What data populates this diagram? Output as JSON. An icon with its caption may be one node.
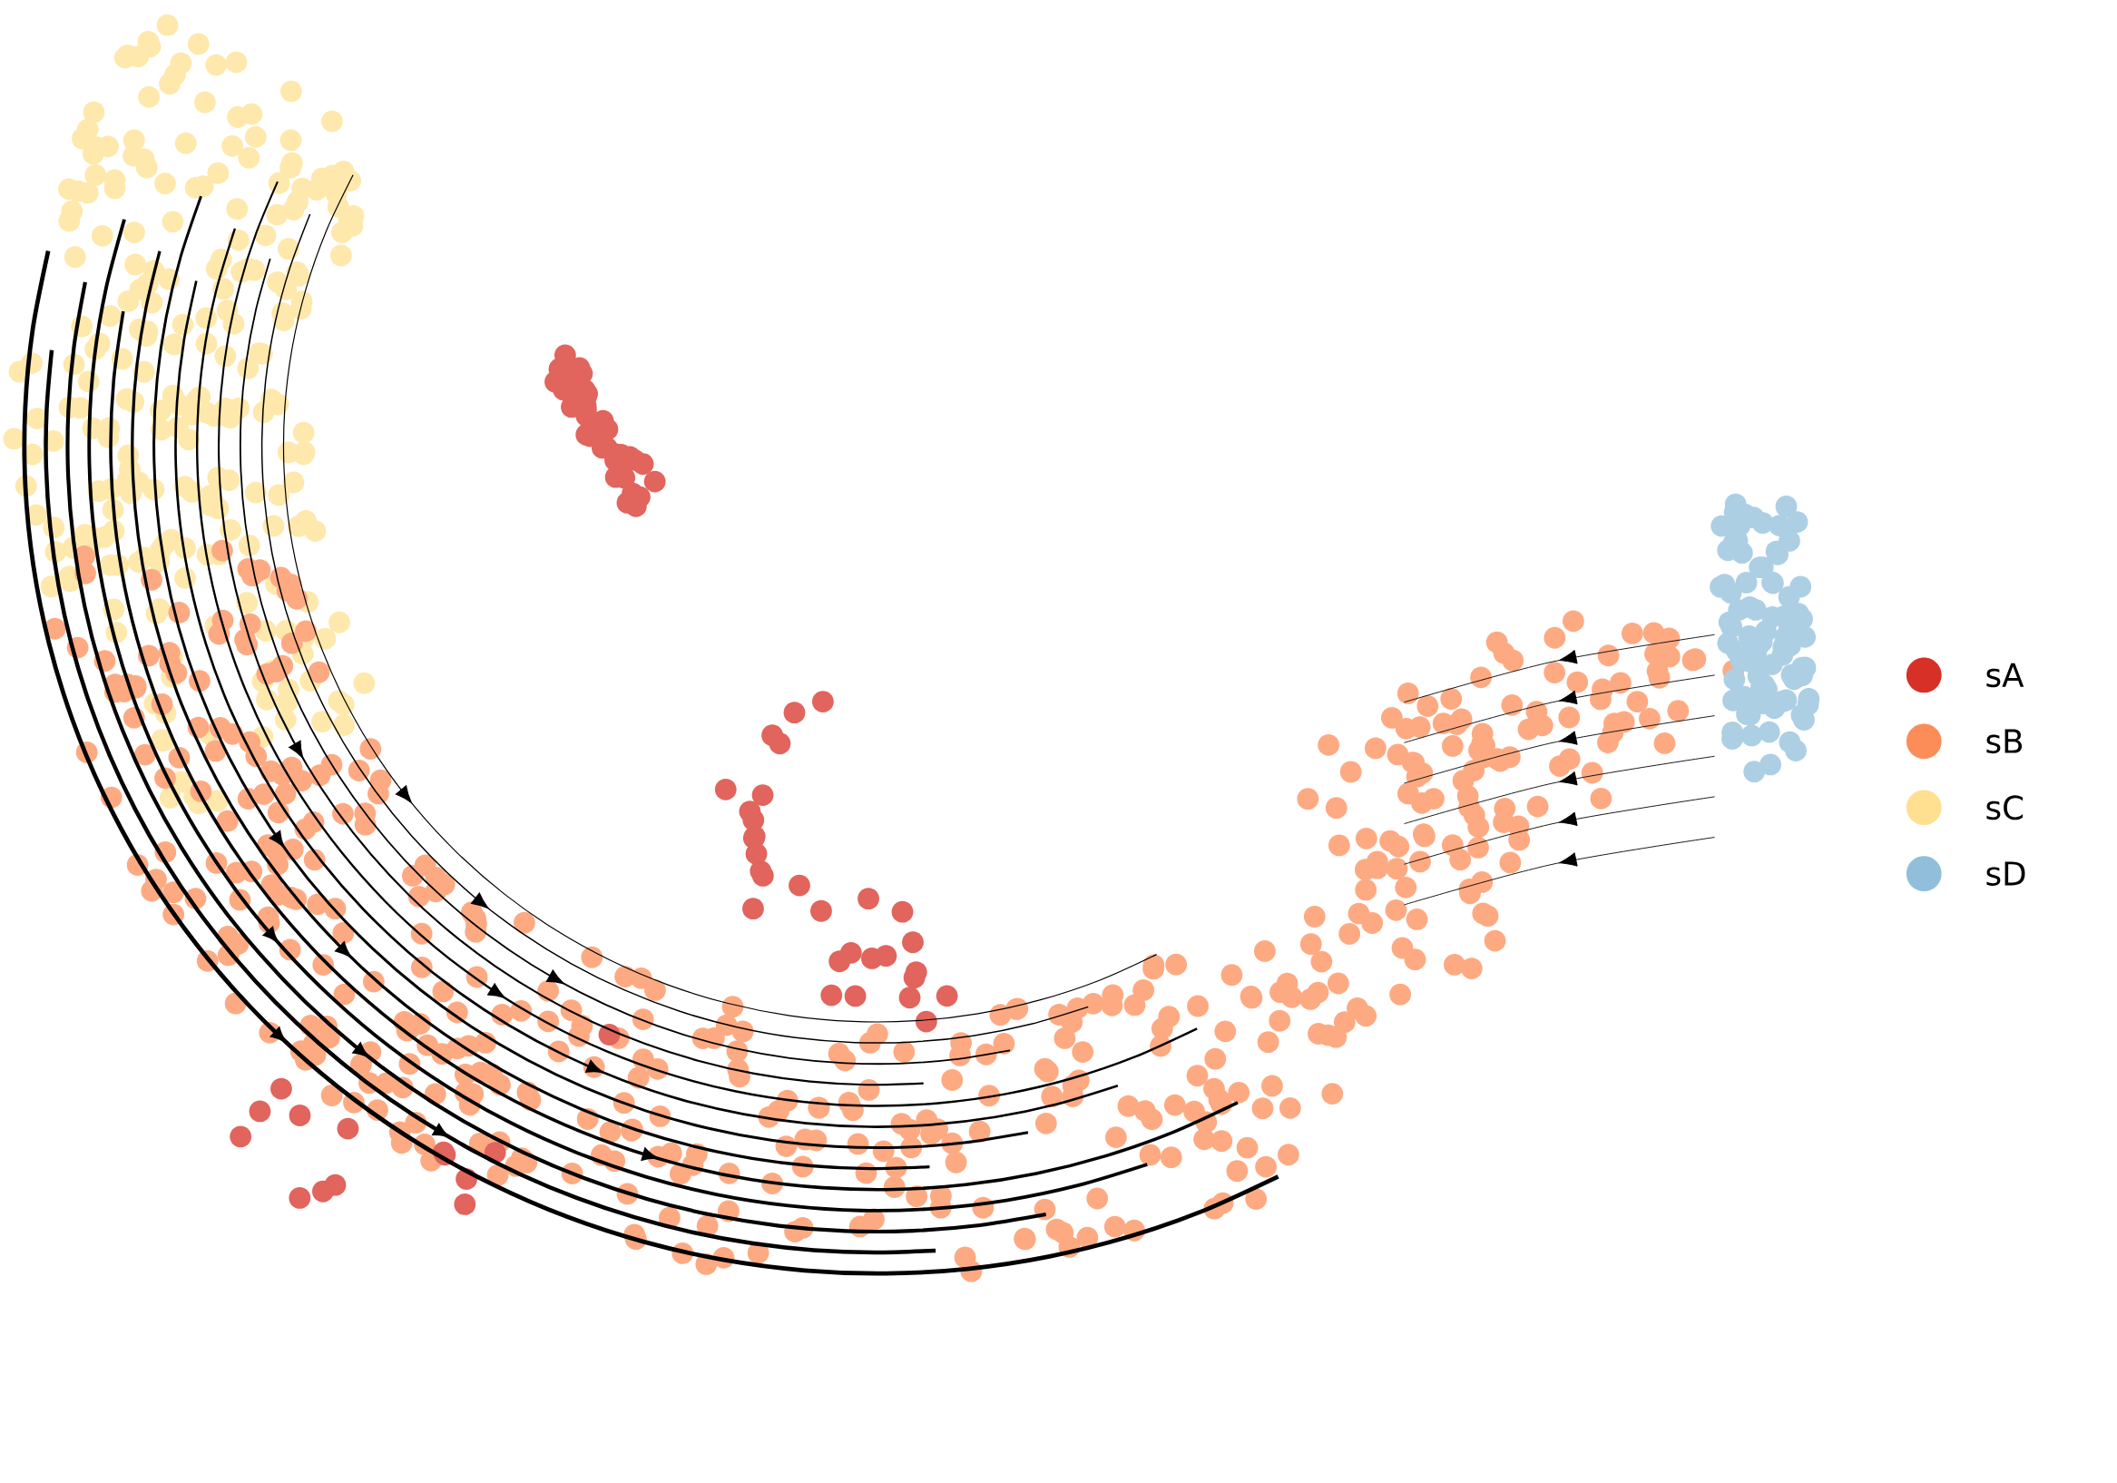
{
  "diagram": {
    "legend": [
      {
        "text": "sA",
        "color": "#d73027"
      },
      {
        "text": "sB",
        "color": "#fc8d59"
      },
      {
        "text": "sC",
        "color": "#fee090"
      },
      {
        "text": "sD",
        "color": "#91bfdb"
      }
    ]
  }
}
